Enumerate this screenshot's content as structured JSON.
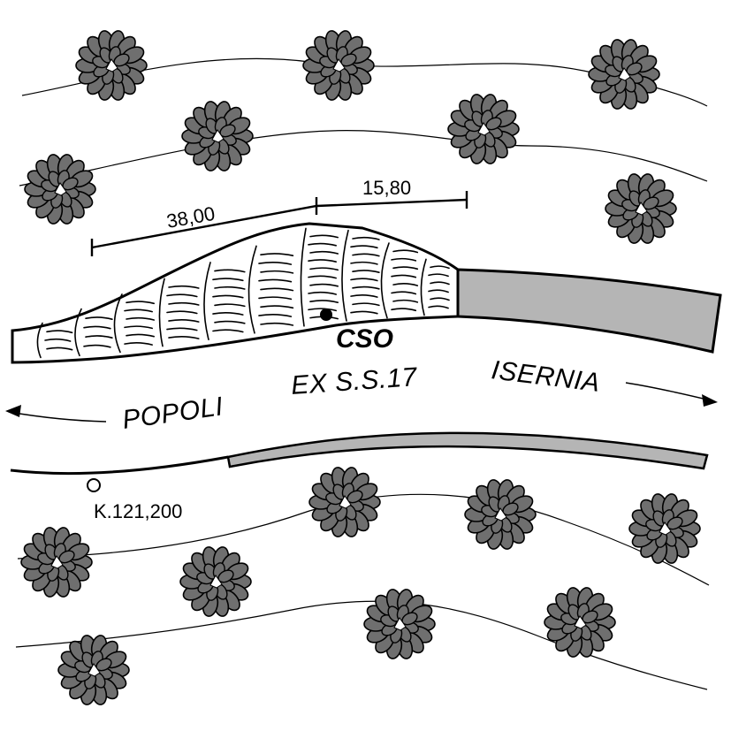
{
  "diagram": {
    "dimensions": {
      "left": "38,00",
      "right": "15,80"
    },
    "site_code": "CSO",
    "road_name": "EX S.S.17",
    "directions": {
      "west": "POPOLI",
      "east": "ISERNIA"
    },
    "kilometer_marker": "K.121,200",
    "colors": {
      "road_fill": "#b5b5b5",
      "tree_fill": "#6f6f6f",
      "line": "#000000"
    },
    "icons": {
      "tree": "tree-canopy-icon",
      "site_point": "filled-dot-icon",
      "km_point": "hollow-circle-icon",
      "arrow": "arrow-icon"
    }
  }
}
